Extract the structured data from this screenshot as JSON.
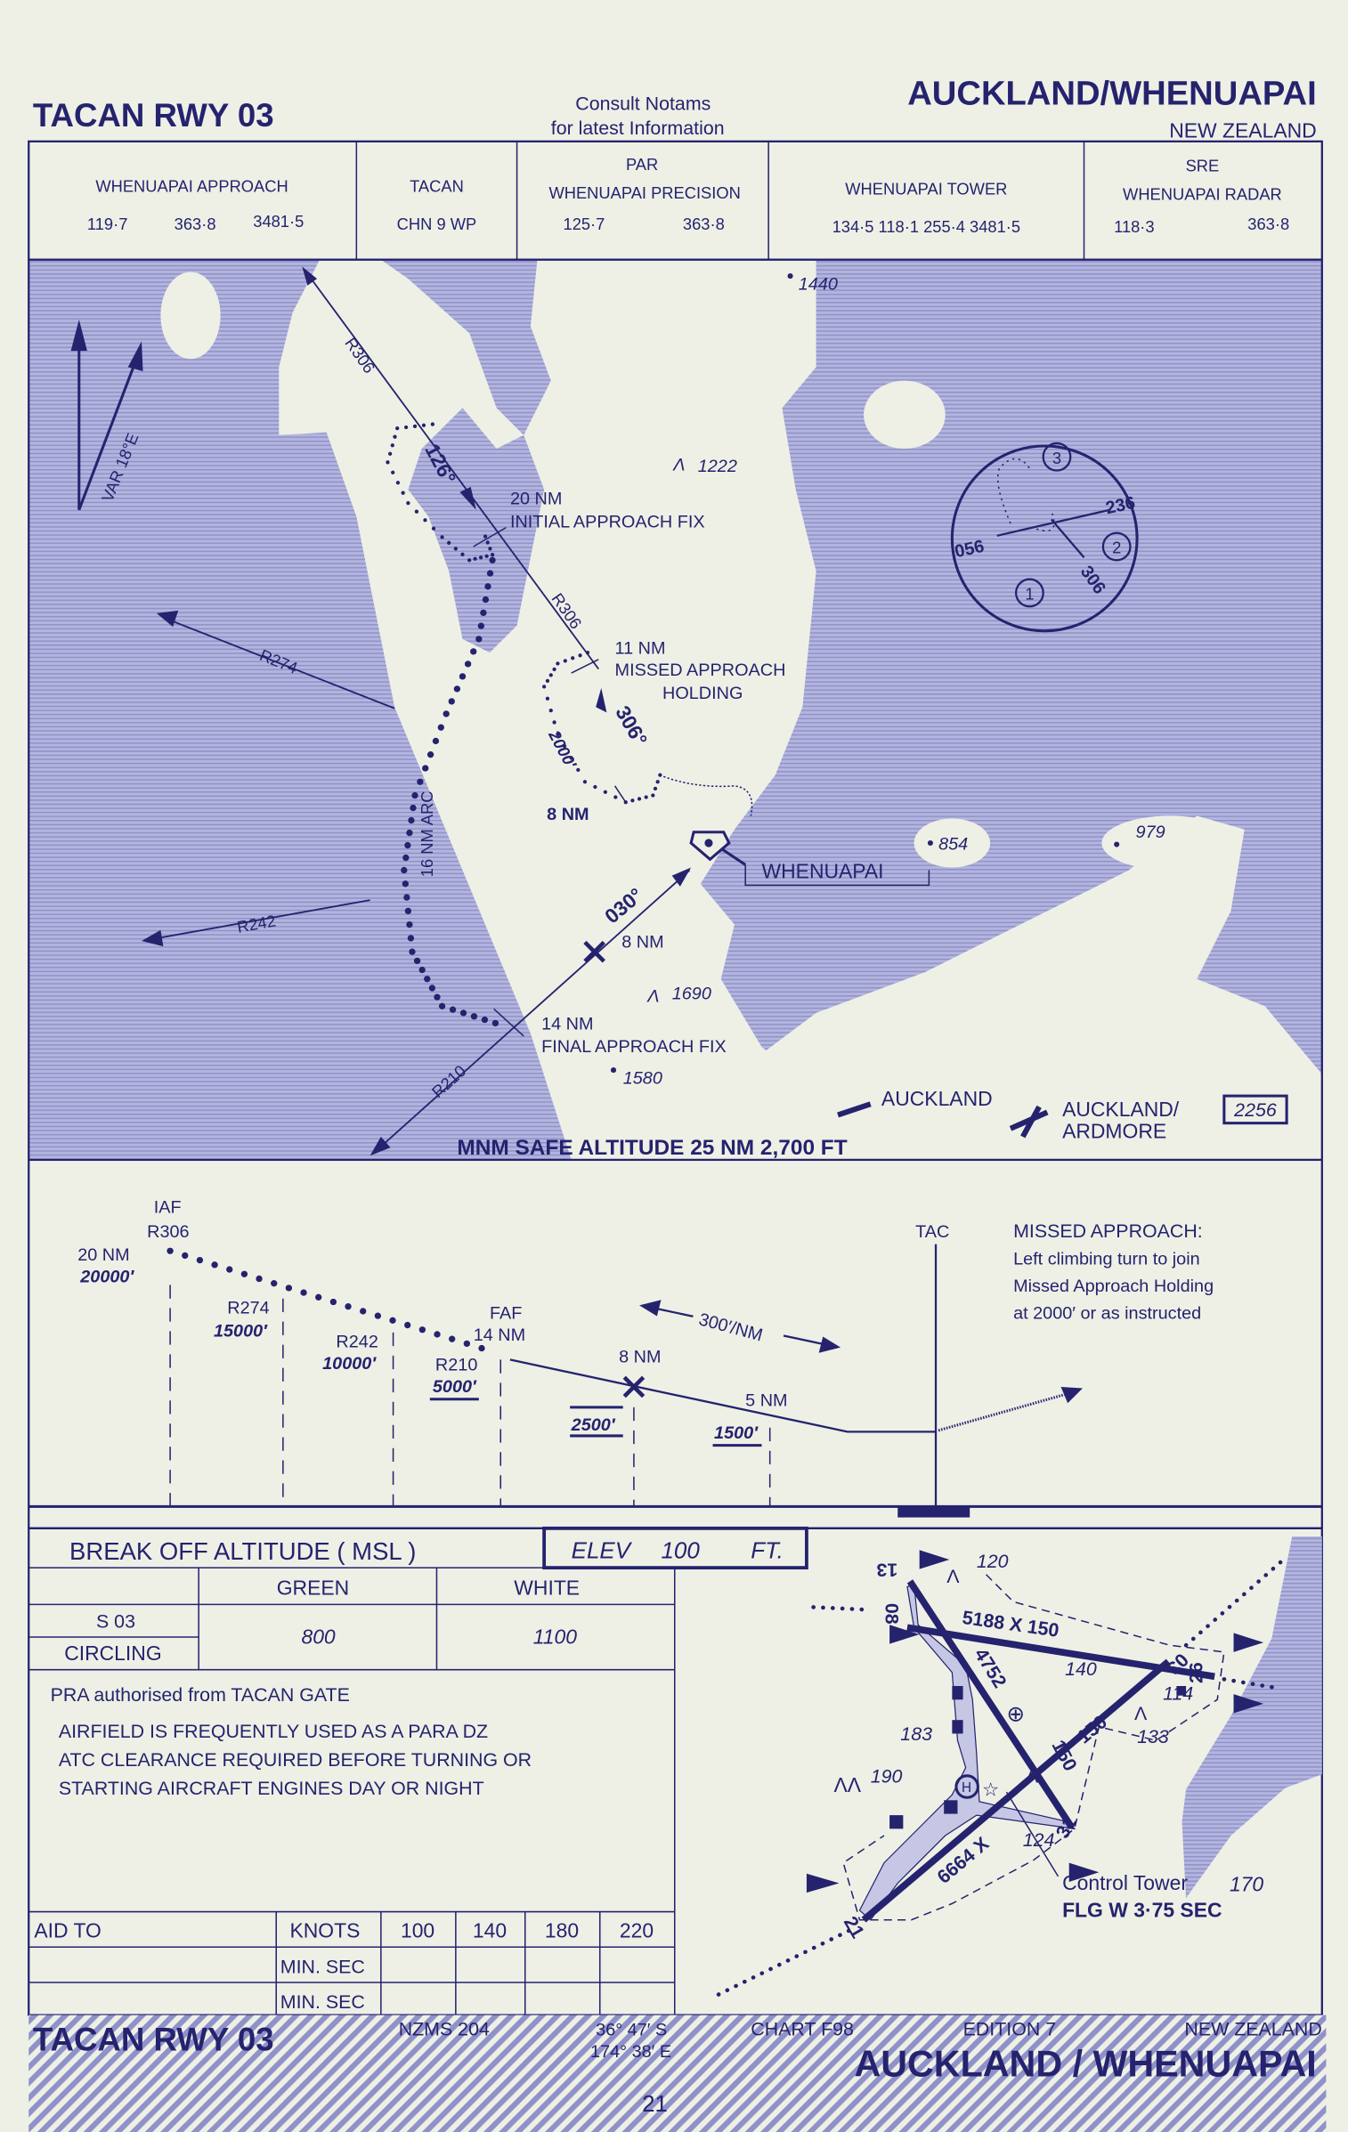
{
  "header": {
    "procedure_title": "TACAN RWY 03",
    "notice_line1": "Consult  Notams",
    "notice_line2": "for  latest  Information",
    "airport_title": "AUCKLAND/WHENUAPAI",
    "country": "NEW ZEALAND"
  },
  "frequencies": [
    {
      "title": "WHENUAPAI APPROACH",
      "subtitle": "",
      "values": [
        "119·7",
        "363·8",
        "3481·5"
      ]
    },
    {
      "title": "TACAN",
      "subtitle": "",
      "values": [
        "CHN 9 WP"
      ]
    },
    {
      "title": "PAR",
      "subtitle": "WHENUAPAI  PRECISION",
      "values": [
        "125·7",
        "363·8"
      ]
    },
    {
      "title": "WHENUAPAI TOWER",
      "subtitle": "",
      "values": [
        "134·5  118·1  255·4  3481·5"
      ]
    },
    {
      "title": "SRE",
      "subtitle": "WHENUAPAI RADAR",
      "values": [
        "118·3",
        "363·8"
      ]
    }
  ],
  "plan_view": {
    "variation": "VAR 18°E",
    "radials": {
      "r306": "R306",
      "r306_inner": "R306",
      "r274": "R274",
      "r242": "R242",
      "r210": "R210"
    },
    "courses": {
      "inbound_126": "126°",
      "missed_306": "306°",
      "final_030": "030°",
      "holding_alt": "2000′"
    },
    "arc_label": "16 NM ARC",
    "iaf_distance": "20 NM",
    "iaf_label": "INITIAL APPROACH FIX",
    "map_distance": "11 NM",
    "map_label1": "MISSED APPROACH",
    "map_label2": "HOLDING",
    "holding_8nm": "8 NM",
    "fix_8nm": "8 NM",
    "faf_distance": "14 NM",
    "faf_label": "FINAL APPROACH FIX",
    "airport_label": "WHENUAPAI",
    "spot_heights": [
      "1440",
      "1222",
      "854",
      "979",
      "1690",
      "1580"
    ],
    "auckland": "AUCKLAND",
    "ardmore1": "AUCKLAND/",
    "ardmore2": "ARDMORE",
    "ardmore_elev": "2256",
    "msa": "MNM SAFE ALTITUDE 25 NM  2,700 FT",
    "inset": {
      "sectors": [
        "1",
        "2",
        "3"
      ],
      "headings": [
        "056",
        "236",
        "306"
      ]
    }
  },
  "profile": {
    "iaf": "IAF",
    "iaf_radial": "R306",
    "iaf_distance": "20 NM",
    "iaf_alt": "20000′",
    "r274": "R274",
    "r274_alt": "15000′",
    "r242": "R242",
    "r242_alt": "10000′",
    "r210": "R210",
    "r210_alt": "5000′",
    "faf": "FAF",
    "faf_distance": "14 NM",
    "fix8": "8 NM",
    "fix8_alt": "2500′",
    "fix5": "5 NM",
    "fix5_alt": "1500′",
    "gradient": "300′/NM",
    "tac": "TAC",
    "missed_title": "MISSED APPROACH:",
    "missed_lines": [
      "Left climbing turn to join",
      "Missed Approach Holding",
      "at 2000′ or as instructed"
    ]
  },
  "minima": {
    "title": "BREAK  OFF  ALTITUDE   ( MSL )",
    "elev_label": "ELEV",
    "elev_value": "100",
    "elev_unit": "FT.",
    "col_green": "GREEN",
    "col_white": "WHITE",
    "row_s03": "S 03",
    "row_circling": "CIRCLING",
    "green_value": "800",
    "white_value": "1100"
  },
  "notes": {
    "pra": "PRA  authorised from TACAN GATE",
    "lines": [
      "AIRFIELD   IS   FREQUENTLY   USED   AS   A   PARA   DZ",
      "ATC   CLEARANCE   REQUIRED  BEFORE  TURNING   OR",
      "STARTING    AIRCRAFT    ENGINES    DAY    OR    NIGHT"
    ]
  },
  "timing": {
    "aid_to": "AID TO",
    "knots": "KNOTS",
    "speeds": [
      "100",
      "140",
      "180",
      "220"
    ],
    "min_sec": "MIN. SEC"
  },
  "aerodrome": {
    "runway_ends": [
      "13",
      "31",
      "08",
      "26",
      "03",
      "21"
    ],
    "rwy_0826": "5188 X 150",
    "rwy_1331": "4752",
    "rwy_1331_width": "150",
    "rwy_0321_width": "150",
    "rwy_0321": "6664 X",
    "elevations": [
      "120",
      "140",
      "114",
      "133",
      "183",
      "190",
      "124"
    ],
    "tower": "Control Tower",
    "tower_elev": "170",
    "beacon": "FLG W 3·75 SEC"
  },
  "footer": {
    "procedure_title": "TACAN RWY 03",
    "map_series": "NZMS  204",
    "lat": "36° 47′ S",
    "lon": "174° 38′ E",
    "chart": "CHART  F98",
    "edition": "EDITION  7",
    "country": "NEW  ZEALAND",
    "airport_title": "AUCKLAND / WHENUAPAI",
    "page": "21"
  },
  "colors": {
    "ink": "#25236e",
    "paper": "#eef0e6",
    "water": "#a9abd8"
  }
}
